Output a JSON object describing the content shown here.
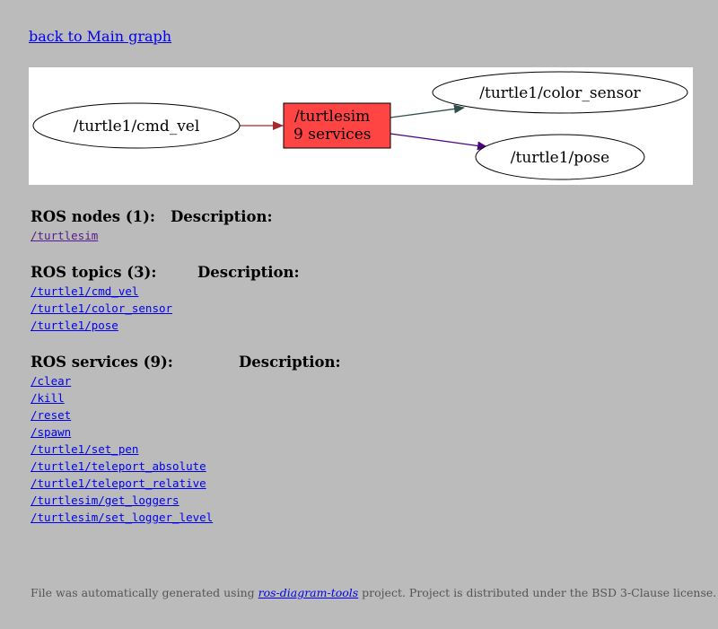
{
  "back_link": "back to Main graph",
  "graph": {
    "node_center_line1": "/turtlesim",
    "node_center_line2": "9 services",
    "node_left": "/turtle1/cmd_vel",
    "node_top_right": "/turtle1/color_sensor",
    "node_bottom_right": "/turtle1/pose",
    "colors": {
      "center_fill": "#ff4444",
      "edge_in": "#a52a2a",
      "edge_color_sensor": "#2f4f4f",
      "edge_pose": "#4b0082"
    }
  },
  "nodes_section": {
    "title": "ROS nodes (1):",
    "description_label": "Description:",
    "items": [
      "/turtlesim"
    ]
  },
  "topics_section": {
    "title": "ROS topics (3):",
    "description_label": "Description:",
    "items": [
      "/turtle1/cmd_vel",
      "/turtle1/color_sensor",
      "/turtle1/pose"
    ]
  },
  "services_section": {
    "title": "ROS services (9):",
    "description_label": "Description:",
    "items": [
      "/clear",
      "/kill",
      "/reset",
      "/spawn",
      "/turtle1/set_pen",
      "/turtle1/teleport_absolute",
      "/turtle1/teleport_relative",
      "/turtlesim/get_loggers",
      "/turtlesim/set_logger_level"
    ]
  },
  "footer": {
    "prefix": "File was automatically generated using ",
    "link_text": "ros-diagram-tools",
    "suffix": " project. Project is distributed under the BSD 3-Clause license."
  }
}
